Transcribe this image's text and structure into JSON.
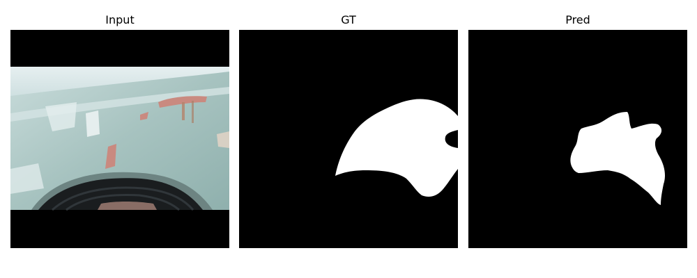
{
  "panels": [
    {
      "title": "Input"
    },
    {
      "title": "GT"
    },
    {
      "title": "Pred"
    }
  ],
  "colors": {
    "background": "#ffffff",
    "mask_background": "#000000",
    "mask_foreground": "#ffffff",
    "car_paint": "#a9c6c3",
    "rust": "#c98a80",
    "tire": "#1a1d1f"
  }
}
